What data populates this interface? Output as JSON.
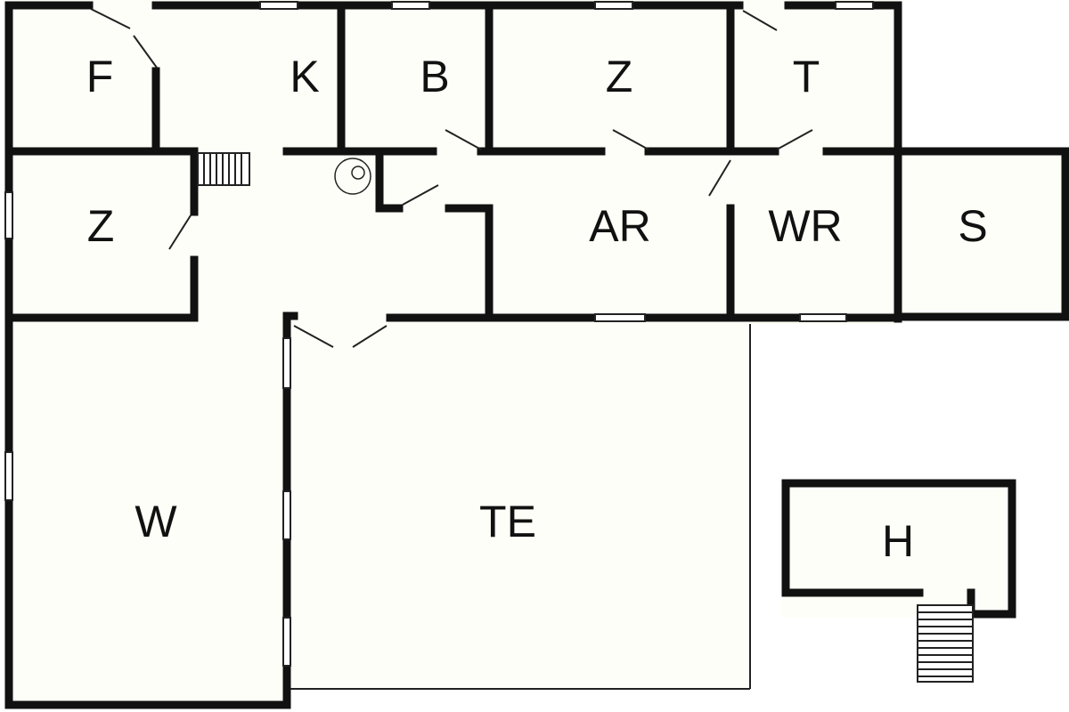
{
  "colors": {
    "background": "#ffffff",
    "floor": "#fefef8",
    "wall": "#111111",
    "line": "#222222"
  },
  "rooms": [
    {
      "id": "f",
      "label": "F"
    },
    {
      "id": "k",
      "label": "K"
    },
    {
      "id": "b",
      "label": "B"
    },
    {
      "id": "z1",
      "label": "Z"
    },
    {
      "id": "t",
      "label": "T"
    },
    {
      "id": "z2",
      "label": "Z"
    },
    {
      "id": "ar",
      "label": "AR"
    },
    {
      "id": "wr",
      "label": "WR"
    },
    {
      "id": "s",
      "label": "S"
    },
    {
      "id": "w",
      "label": "W"
    },
    {
      "id": "te",
      "label": "TE"
    },
    {
      "id": "h",
      "label": "H"
    }
  ]
}
